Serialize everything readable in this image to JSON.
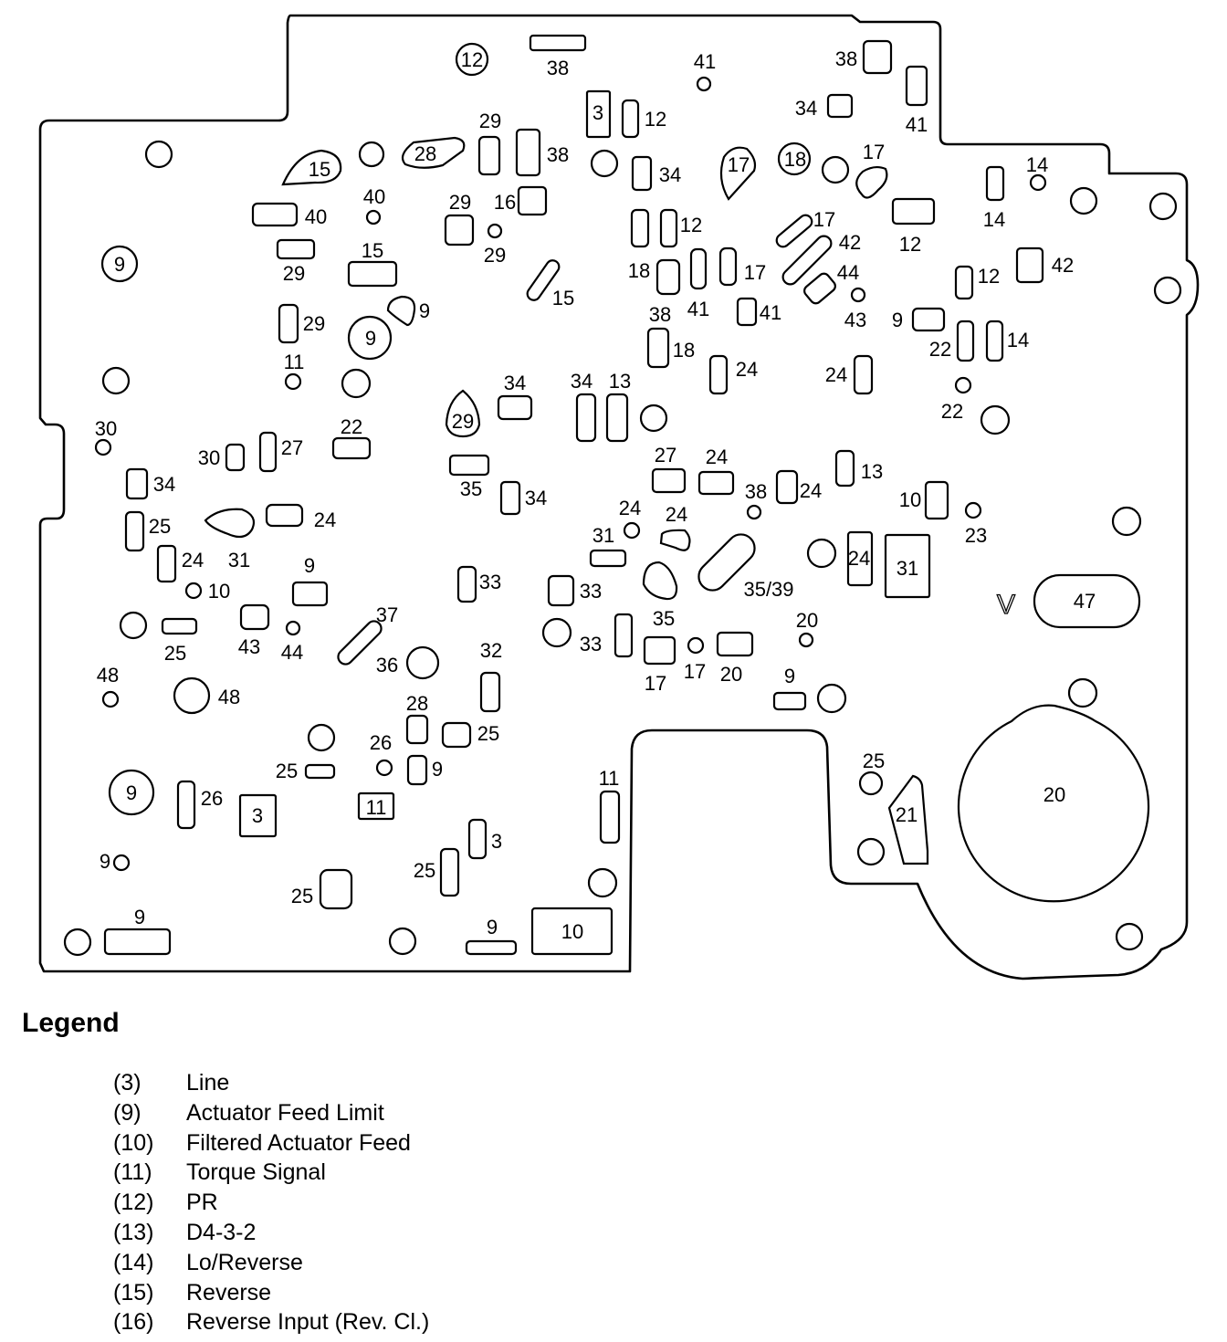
{
  "labels": {
    "l01": "12",
    "l02": "38",
    "l03": "41",
    "l04": "38",
    "l05": "3",
    "l06": "12",
    "l07": "34",
    "l08": "41",
    "l09": "29",
    "l10": "38",
    "l11": "28",
    "l12": "15",
    "l13": "34",
    "l14": "17",
    "l15": "18",
    "l16": "17",
    "l17": "14",
    "l18": "14",
    "l19": "40",
    "l20": "40",
    "l21": "29",
    "l22": "16",
    "l23": "29",
    "l24": "12",
    "l25": "17",
    "l26": "12",
    "l27": "42",
    "l28": "9",
    "l29": "29",
    "l30": "15",
    "l31": "15",
    "l32": "18",
    "l33": "41",
    "l34": "17",
    "l35": "44",
    "l36": "12",
    "l37": "42",
    "l38": "9",
    "l39": "29",
    "l40": "9",
    "l41": "38",
    "l42": "18",
    "l43": "41",
    "l44": "43",
    "l45": "9",
    "l46": "22",
    "l47": "14",
    "l48": "11",
    "l49": "24",
    "l50": "24",
    "l51": "34",
    "l52": "34",
    "l53": "13",
    "l54": "30",
    "l55": "29",
    "l56": "22",
    "l57": "22",
    "l58": "30",
    "l59": "27",
    "l60": "34",
    "l61": "27",
    "l62": "24",
    "l63": "13",
    "l64": "35",
    "l65": "34",
    "l66": "24",
    "l67": "38",
    "l68": "10",
    "l69": "24",
    "l70": "24",
    "l71": "23",
    "l72": "25",
    "l73": "24",
    "l74": "24",
    "l75": "31",
    "l76": "31",
    "l77": "9",
    "l78": "10",
    "l79": "33",
    "l80": "24",
    "l81": "31",
    "l82": "33",
    "l83": "35/39",
    "l84": "47",
    "l85": "37",
    "l86": "35",
    "l87": "20",
    "l88": "25",
    "l89": "43",
    "l90": "44",
    "l91": "33",
    "l92": "36",
    "l93": "32",
    "l94": "48",
    "l95": "48",
    "l96": "17",
    "l97": "17",
    "l98": "20",
    "l99": "9",
    "l100": "28",
    "l101": "25",
    "l102": "26",
    "l103": "25",
    "l104": "9",
    "l105": "25",
    "l106": "11",
    "l107": "9",
    "l108": "26",
    "l109": "3",
    "l110": "11",
    "l111": "21",
    "l112": "20",
    "l113": "3",
    "l114": "9",
    "l115": "25",
    "l116": "25",
    "l117": "9",
    "l118": "9",
    "l119": "10",
    "l120": "V"
  },
  "legend": {
    "title": "Legend",
    "items": [
      {
        "code": "(3)",
        "name": "Line"
      },
      {
        "code": "(9)",
        "name": "Actuator Feed Limit"
      },
      {
        "code": "(10)",
        "name": "Filtered Actuator Feed"
      },
      {
        "code": "(11)",
        "name": "Torque Signal"
      },
      {
        "code": "(12)",
        "name": "PR"
      },
      {
        "code": "(13)",
        "name": "D4-3-2"
      },
      {
        "code": "(14)",
        "name": "Lo/Reverse"
      },
      {
        "code": "(15)",
        "name": "Reverse"
      },
      {
        "code": "(16)",
        "name": "Reverse Input (Rev. Cl.)"
      }
    ]
  }
}
